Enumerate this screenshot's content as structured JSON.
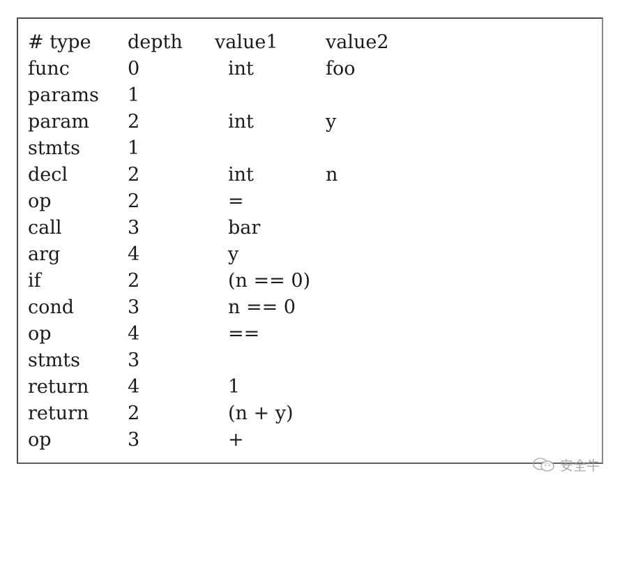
{
  "table": {
    "header": [
      "# type",
      "depth",
      "value1",
      "value2"
    ],
    "rows": [
      [
        "func",
        "0",
        "int",
        "foo"
      ],
      [
        "params",
        "1",
        "",
        ""
      ],
      [
        "param",
        "2",
        "int",
        "y"
      ],
      [
        "stmts",
        "1",
        "",
        ""
      ],
      [
        "decl",
        "2",
        "int",
        "n"
      ],
      [
        "op",
        "2",
        "=",
        ""
      ],
      [
        "call",
        "3",
        "bar",
        ""
      ],
      [
        "arg",
        "4",
        "y",
        ""
      ],
      [
        "if",
        "2",
        "(n == 0)",
        ""
      ],
      [
        "cond",
        "3",
        "n == 0",
        ""
      ],
      [
        "op",
        "4",
        "==",
        ""
      ],
      [
        "stmts",
        "3",
        "",
        ""
      ],
      [
        "return",
        "4",
        "1",
        ""
      ],
      [
        "return",
        "2",
        "(n + y)",
        ""
      ],
      [
        "op",
        "3",
        "+",
        ""
      ]
    ]
  },
  "watermark": {
    "text": "安全牛",
    "icon": "wechat-icon"
  }
}
